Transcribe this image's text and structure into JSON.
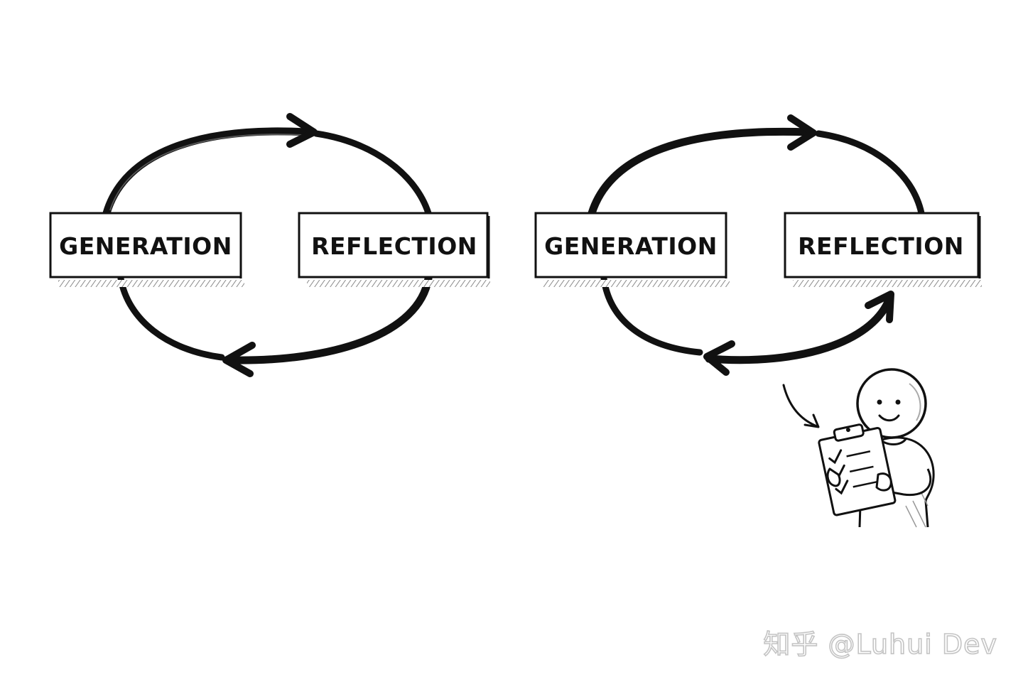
{
  "diagram": {
    "left_loop": {
      "generation_label": "GENERATION",
      "reflection_label": "REFLECTION"
    },
    "right_loop": {
      "generation_label": "GENERATION",
      "reflection_label": "REFLECTION"
    },
    "colors": {
      "ink": "#111111",
      "box_fill": "#ffffff",
      "shadow": "#9a9a9a",
      "watermark": "#c4c4c4"
    }
  },
  "watermark": {
    "text": "知乎 @Luhui Dev"
  }
}
